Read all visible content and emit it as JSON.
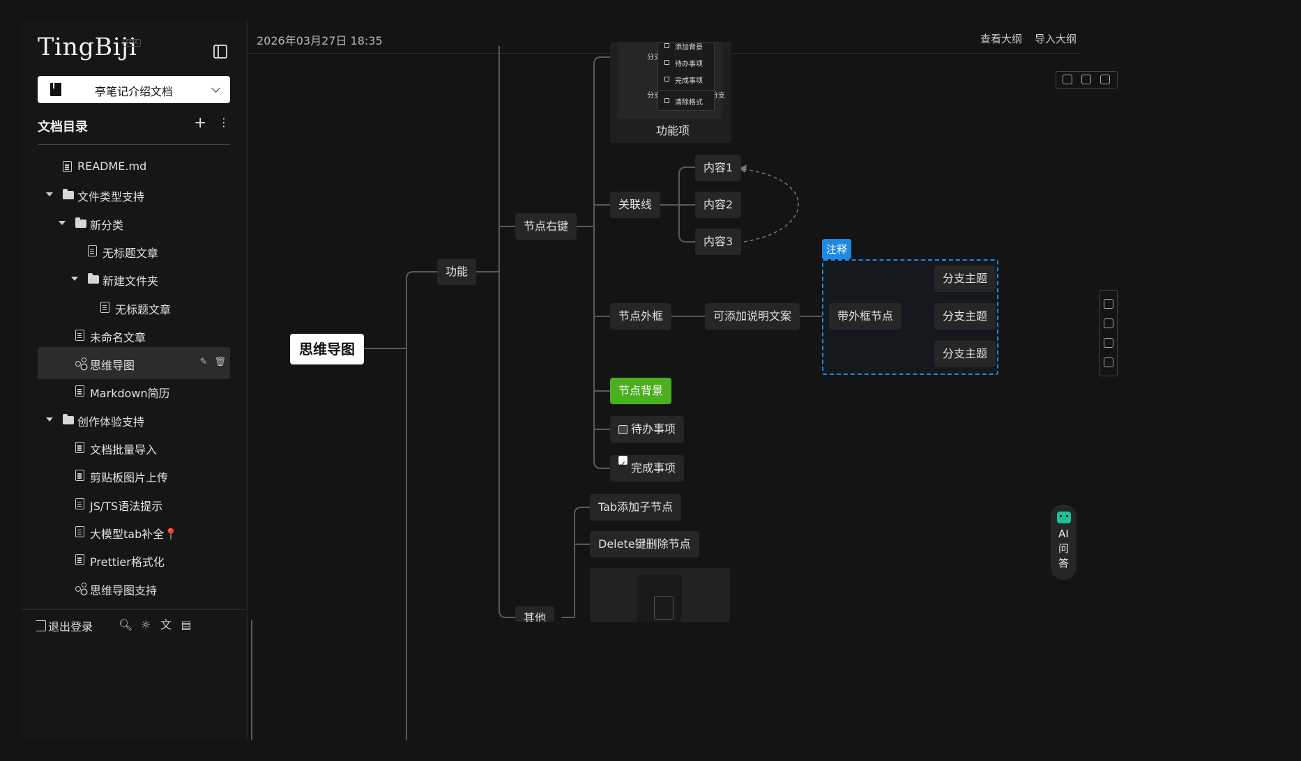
{
  "app": {
    "logo": "TingBiji",
    "badge": "BETA",
    "doc_selector": "亭笔记介绍文档",
    "toc_title": "文档目录",
    "add": "+",
    "more": "⋮"
  },
  "tree": [
    {
      "label": "README.md",
      "type": "doc",
      "level": 1
    },
    {
      "label": "文件类型支持",
      "type": "folder",
      "level": 0
    },
    {
      "label": "新分类",
      "type": "folder",
      "level": 1
    },
    {
      "label": "无标题文章",
      "type": "doc",
      "level": 3
    },
    {
      "label": "新建文件夹",
      "type": "folder",
      "level": 2
    },
    {
      "label": "无标题文章",
      "type": "doc",
      "level": 4
    },
    {
      "label": "未命名文章",
      "type": "doc",
      "level": 2
    },
    {
      "label": "思维导图",
      "type": "mindmap",
      "level": 2,
      "active": true
    },
    {
      "label": "Markdown简历",
      "type": "doc",
      "level": 2
    },
    {
      "label": "创作体验支持",
      "type": "folder",
      "level": 0
    },
    {
      "label": "文档批量导入",
      "type": "doc",
      "level": 2
    },
    {
      "label": "剪贴板图片上传",
      "type": "doc",
      "level": 2
    },
    {
      "label": "JS/TS语法提示",
      "type": "doc",
      "level": 2
    },
    {
      "label": "大模型tab补全📍",
      "type": "doc",
      "level": 2
    },
    {
      "label": "Prettier格式化",
      "type": "doc",
      "level": 2
    },
    {
      "label": "思维导图支持",
      "type": "mindmap",
      "level": 2
    }
  ],
  "footer": {
    "logout": "退出登录"
  },
  "header": {
    "datetime": "2026年03月27日 18:35",
    "view_outline": "查看大纲",
    "import_outline": "导入大纲"
  },
  "ai": {
    "label": "AI问答",
    "chars": [
      "AI",
      "问",
      "答"
    ]
  },
  "mindmap": {
    "root": "思维导图",
    "func": "功能",
    "context_key": "节点右键",
    "func_item": "功能项",
    "relation": "关联线",
    "content1": "内容1",
    "content2": "内容2",
    "content3": "内容3",
    "outer_frame": "节点外框",
    "desc_text": "可添加说明文案",
    "frame_node": "带外框节点",
    "branch": "分支主题",
    "annotation": "注释",
    "bg": "节点背景",
    "todo": "待办事项",
    "done": "完成事项",
    "tab_add": "Tab添加子节点",
    "delete_node": "Delete键删除节点",
    "other": "其他",
    "branch_short": "分支",
    "branch_tiny": "分支",
    "menu": {
      "add_bg": "添加背景",
      "todo": "待办事项",
      "done": "完成事项",
      "clear": "清除格式"
    }
  },
  "colors": {
    "accent": "#1e88e5",
    "green": "#4caf1f",
    "background": "#141414"
  }
}
